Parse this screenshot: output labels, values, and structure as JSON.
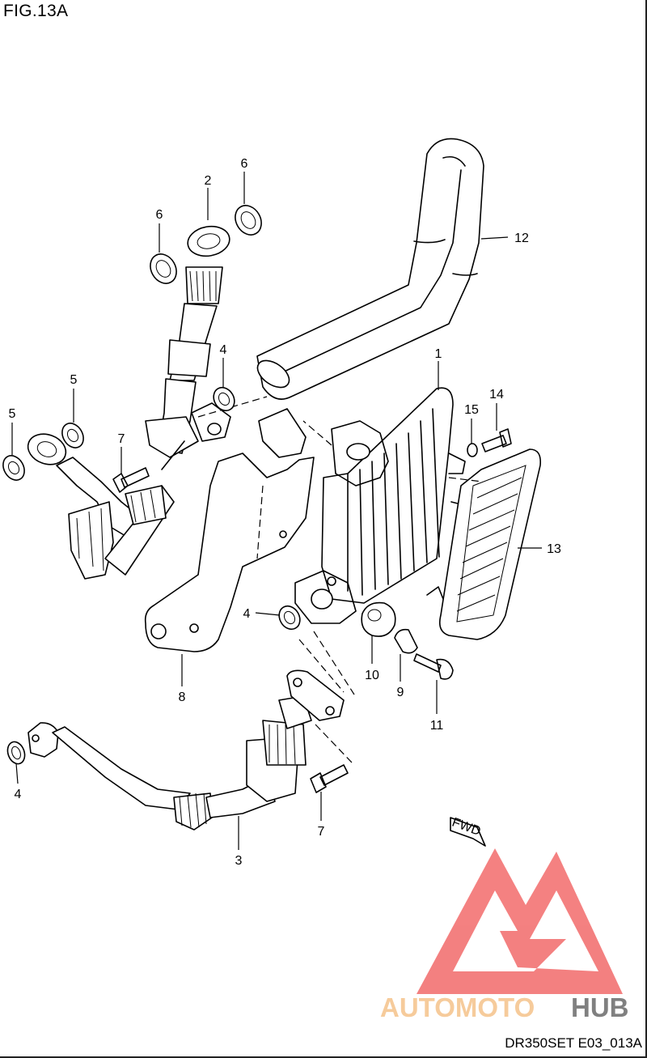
{
  "figure_label": "FIG.13A",
  "diagram_code": "DR350SET E03_013A",
  "watermark": {
    "text_part1": "AUTOMOTO",
    "text_part2": "HUB",
    "color_part1": "#f5c28a",
    "color_part2": "#6b6b6b",
    "logo_color": "#f26b6b"
  },
  "direction_tag": "FWD",
  "callouts": {
    "c1": "1",
    "c2": "2",
    "c3": "3",
    "c4a": "4",
    "c4b": "4",
    "c4c": "4",
    "c5a": "5",
    "c5b": "5",
    "c6a": "6",
    "c6b": "6",
    "c7a": "7",
    "c7b": "7",
    "c8": "8",
    "c9": "9",
    "c10": "10",
    "c11": "11",
    "c12": "12",
    "c13": "13",
    "c14": "14",
    "c15": "15"
  }
}
